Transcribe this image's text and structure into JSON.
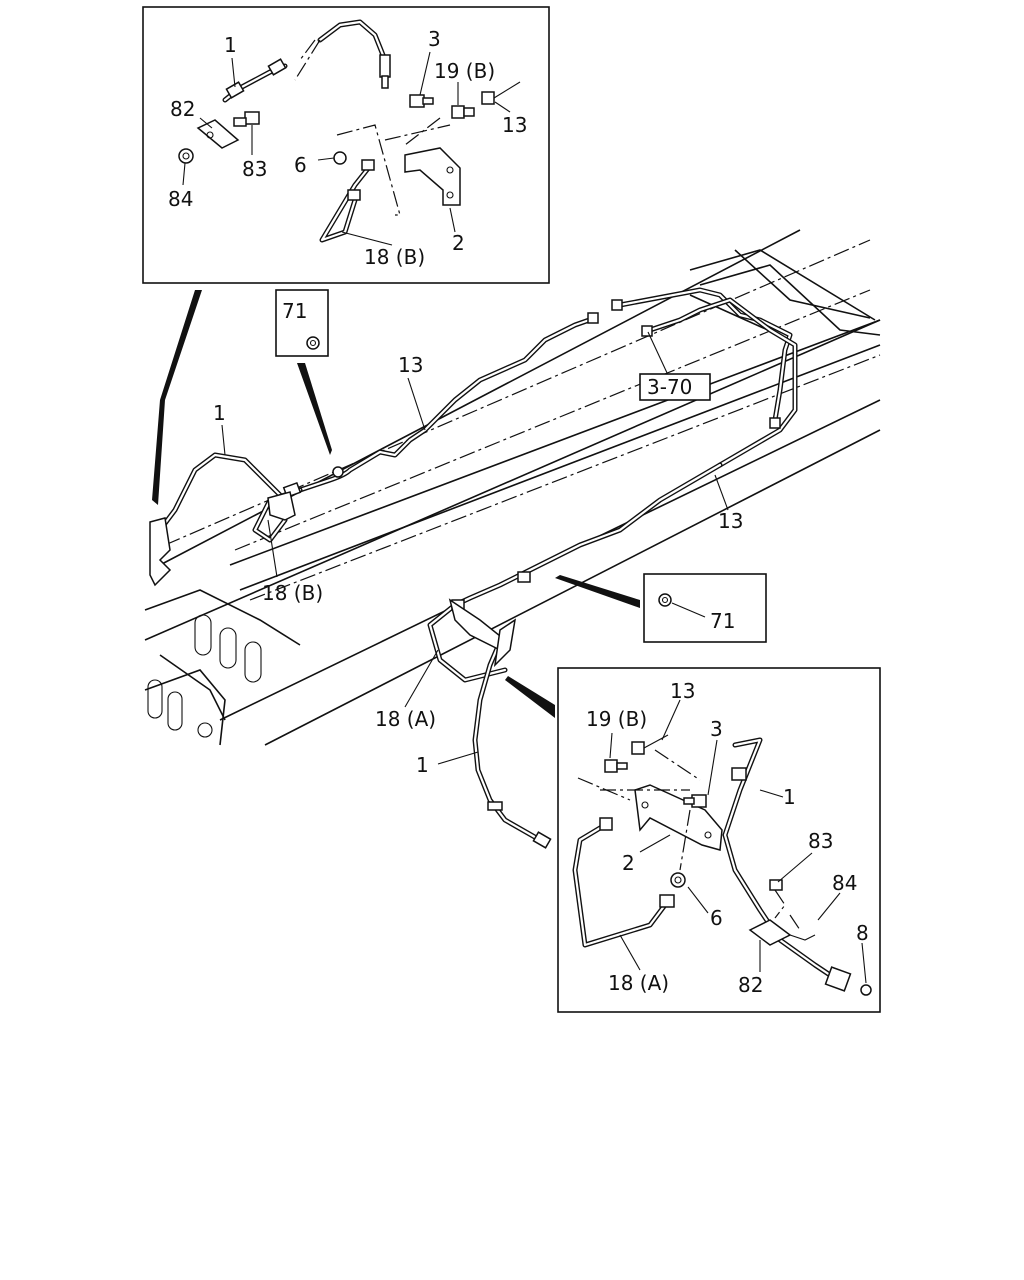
{
  "diagram": {
    "callouts": {
      "top_inset": {
        "c1": "1",
        "c3": "3",
        "c19b": "19 (B)",
        "c13": "13",
        "c82": "82",
        "c83": "83",
        "c6": "6",
        "c84": "84",
        "c2": "2",
        "c18b": "18 (B)"
      },
      "main": {
        "c71_top": "71",
        "c13_upper": "13",
        "ref_370": "3-70",
        "c1_left": "1",
        "c13_right": "13",
        "c18b": "18 (B)",
        "c71_right": "71",
        "c18a": "18 (A)",
        "c1_lower": "1"
      },
      "bottom_inset": {
        "c13": "13",
        "c19b": "19 (B)",
        "c3": "3",
        "c1": "1",
        "c83": "83",
        "c2": "2",
        "c84": "84",
        "c6": "6",
        "c8": "8",
        "c18a": "18 (A)",
        "c82": "82"
      }
    }
  }
}
